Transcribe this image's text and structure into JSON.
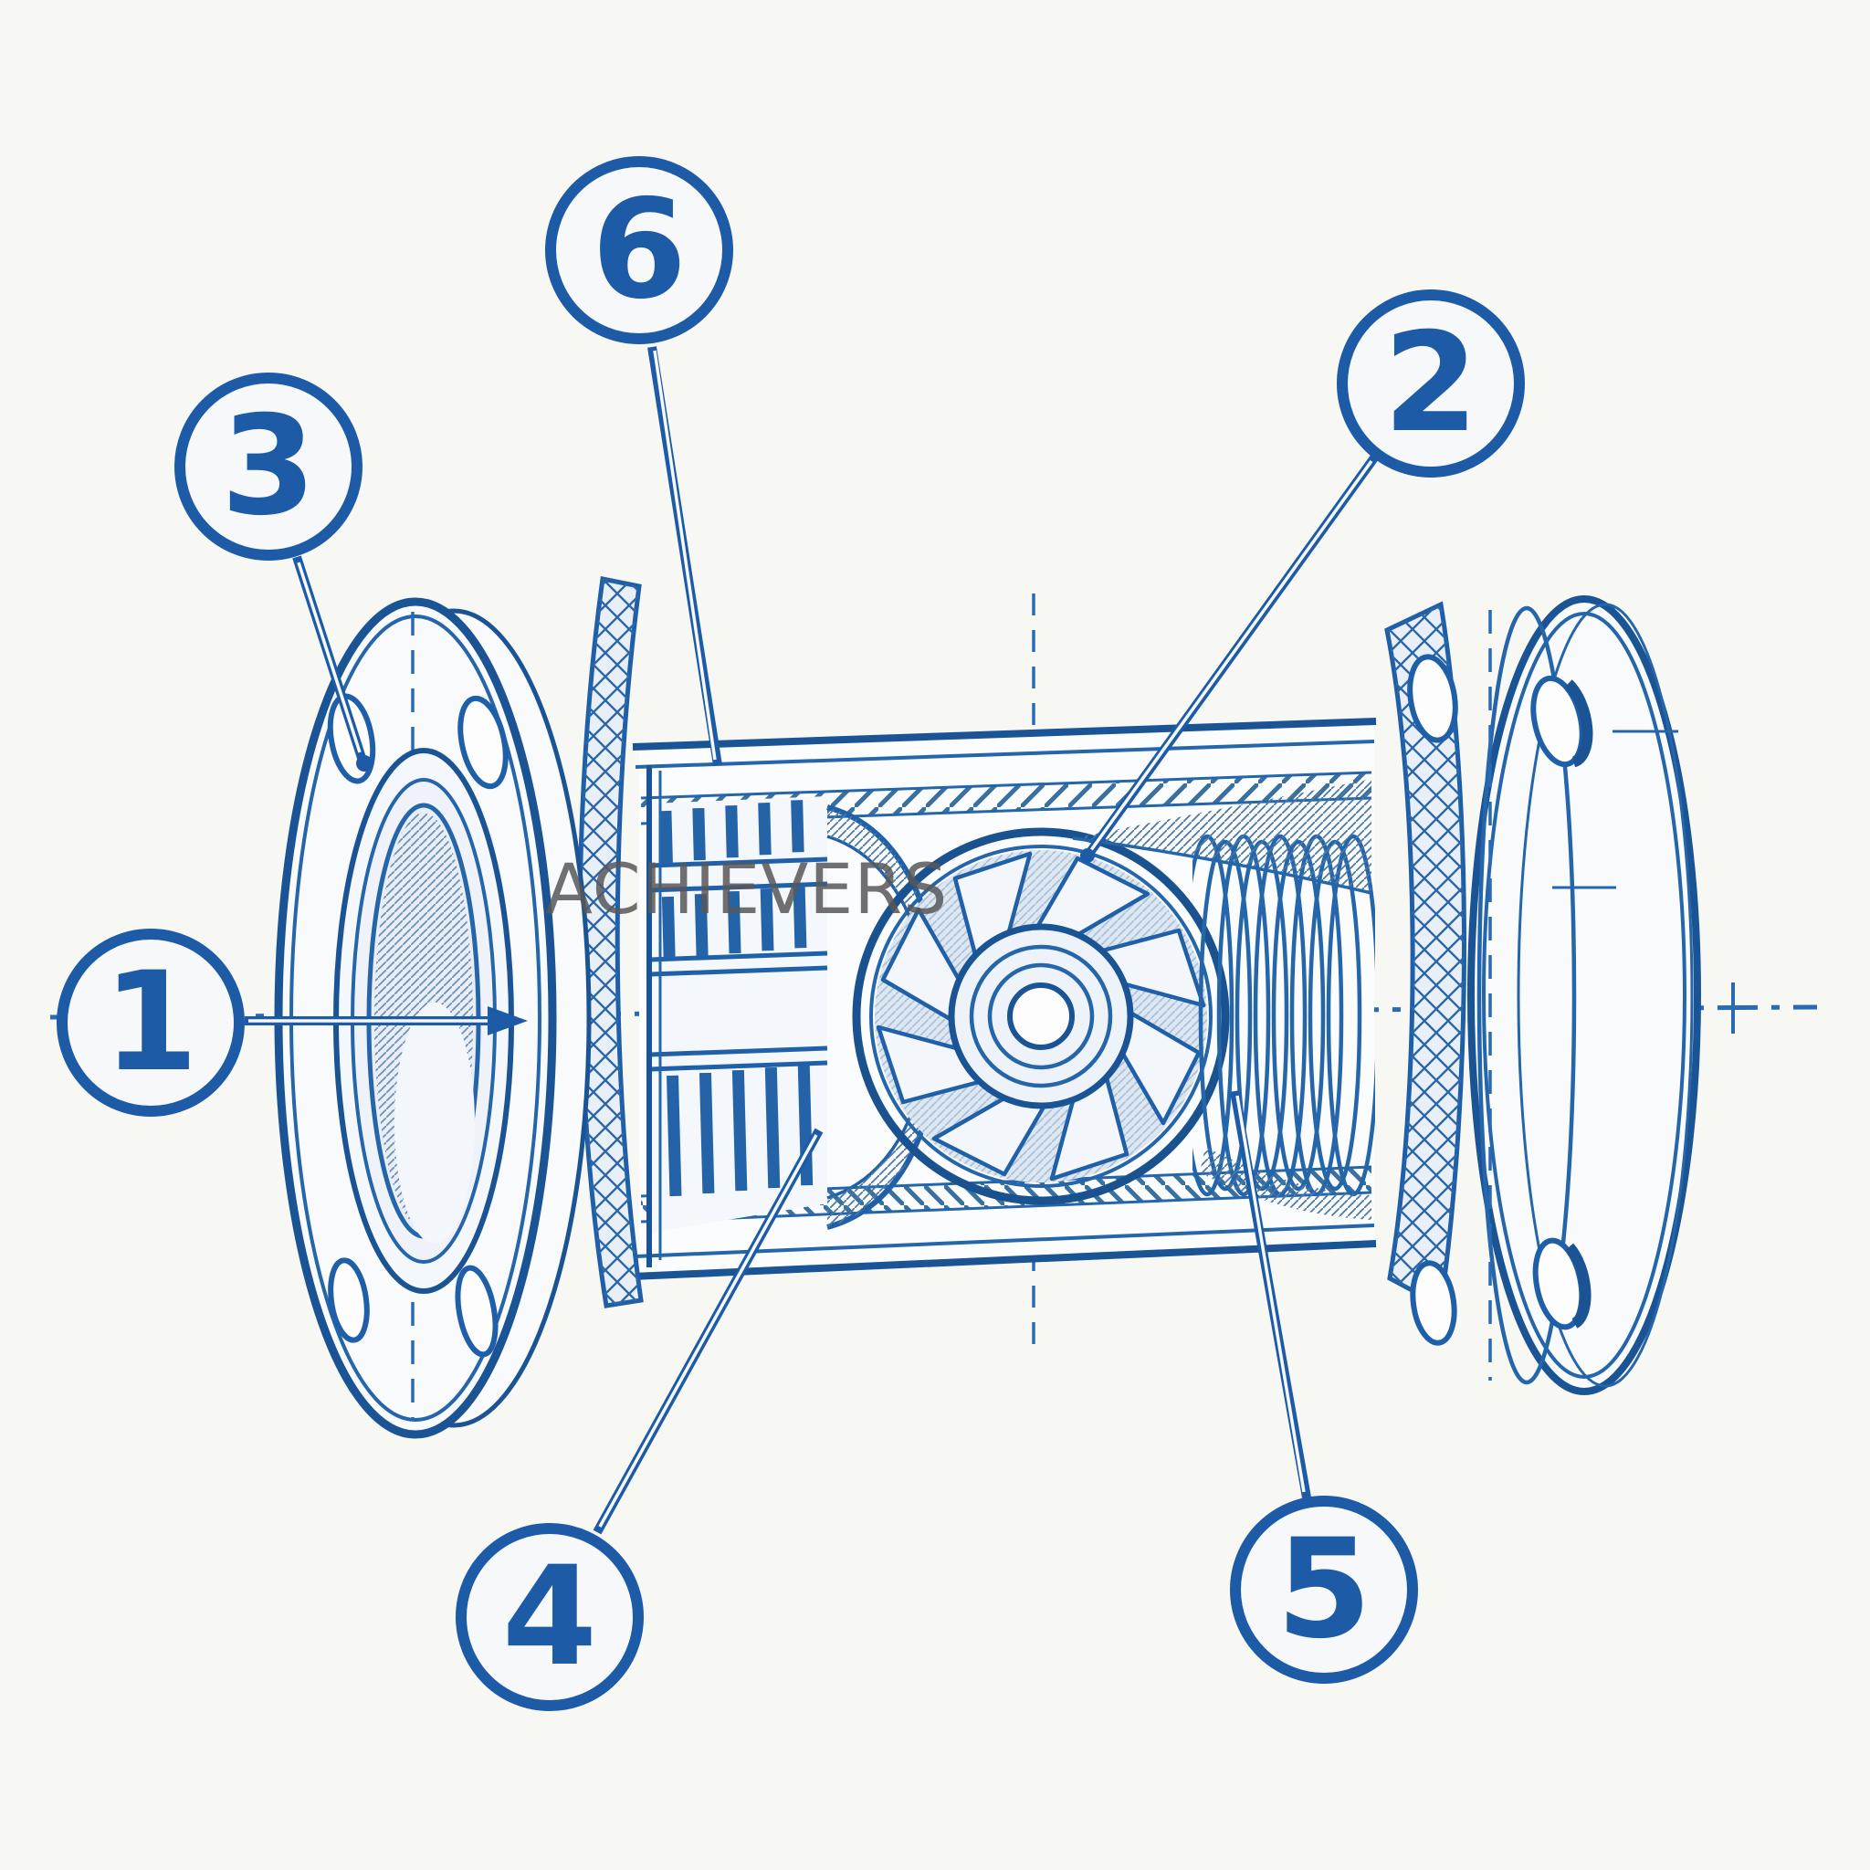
{
  "watermark": {
    "text": "ACHIEVERS",
    "color": "#58585a"
  },
  "palette": {
    "background": "#f7f7f4",
    "line_main": "#2565a9",
    "line_dark": "#1b5494",
    "line_thin": "#4076ab",
    "callout_blue": "#1d5ba7",
    "metal_fill": "#f9fafc",
    "shade_fill": "#e7edf5"
  },
  "callouts": [
    {
      "id": "1",
      "label": "1"
    },
    {
      "id": "2",
      "label": "2"
    },
    {
      "id": "3",
      "label": "3"
    },
    {
      "id": "4",
      "label": "4"
    },
    {
      "id": "5",
      "label": "5"
    },
    {
      "id": "6",
      "label": "6"
    }
  ]
}
